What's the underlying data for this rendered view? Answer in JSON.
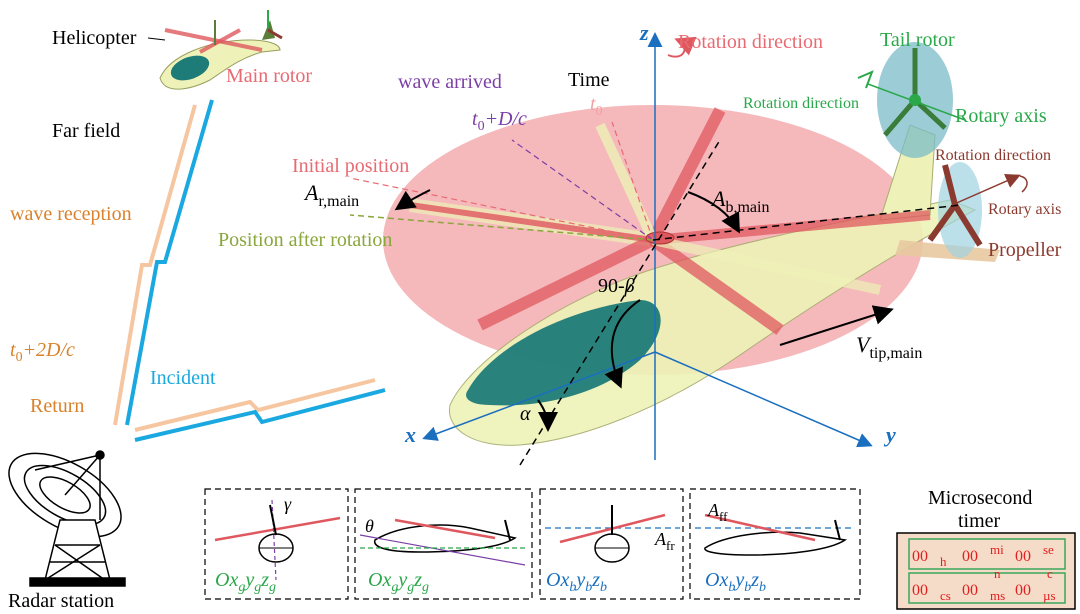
{
  "labels": {
    "helicopter": "Helicopter",
    "main_rotor": "Main rotor",
    "far_field": "Far field",
    "wave_reception": "wave reception",
    "t0_2dc_base": "t",
    "t0_2dc_sub": "0",
    "t0_2dc_rest": "+2D/c",
    "incident": "Incident",
    "return": "Return",
    "radar_station": "Radar station",
    "wave_arrived": "wave arrived",
    "time": "Time",
    "t0_base": "t",
    "t0_sub": "0",
    "t0dc_base": "t",
    "t0dc_sub": "0",
    "t0dc_rest": "+D/c",
    "initial_position": "Initial position",
    "a_r_main_base": "A",
    "a_r_main_sub": "r,main",
    "position_after_rotation": "Position after rotation",
    "rotation_direction_main": "Rotation direction",
    "z_axis": "z",
    "x_axis": "x",
    "y_axis": "y",
    "tail_rotor": "Tail rotor",
    "tail_rotation_direction": "Rotation direction",
    "tail_rotary_axis": "Rotary axis",
    "prop_rotation_direction": "Rotation direction",
    "prop_rotary_axis": "Rotary axis",
    "propeller": "Propeller",
    "a_b_main_base": "A",
    "a_b_main_sub": "b,main",
    "ninety_beta": "90-",
    "beta": "β",
    "alpha": "α",
    "v_tip_base": "V",
    "v_tip_sub": "tip,main",
    "gamma": "γ",
    "theta": "θ",
    "a_fr_base": "A",
    "a_fr_sub": "fr",
    "a_ff_base": "A",
    "a_ff_sub": "ff",
    "frame_g1": "Ox",
    "frame_g1_s1": "g",
    "frame_g1_y": "y",
    "frame_g1_s2": "g",
    "frame_g1_z": "z",
    "frame_g1_s3": "g",
    "frame_b1": "Ox",
    "frame_b1_s1": "b",
    "frame_b1_y": "y",
    "frame_b1_s2": "b",
    "frame_b1_z": "z",
    "frame_b1_s3": "b",
    "timer_title_1": "Microsecond",
    "timer_title_2": "timer"
  },
  "timer": {
    "row1": [
      "00",
      "h",
      "00",
      "mi",
      "n",
      "00",
      "se",
      "c"
    ],
    "row2": [
      "00",
      "cs",
      "00",
      "ms",
      "00",
      "µs"
    ]
  },
  "colors": {
    "rotor_disk": "#f2a0a4",
    "blade_red": "#e0585f",
    "fuselage": "#eef2b8",
    "canopy": "#1d7b78",
    "axis_blue": "#1b6fbf",
    "incident_cyan": "#1aa8e0",
    "return_peach": "#f6c6a1",
    "orange_text": "#d9822b",
    "green_text": "#2aa84a",
    "olive_text": "#8aa63c",
    "purple": "#7b3fa6",
    "pink_text": "#e86a72",
    "brown": "#8b3a2f",
    "timer_green": "#3aa65a",
    "timer_red": "#e02020"
  }
}
